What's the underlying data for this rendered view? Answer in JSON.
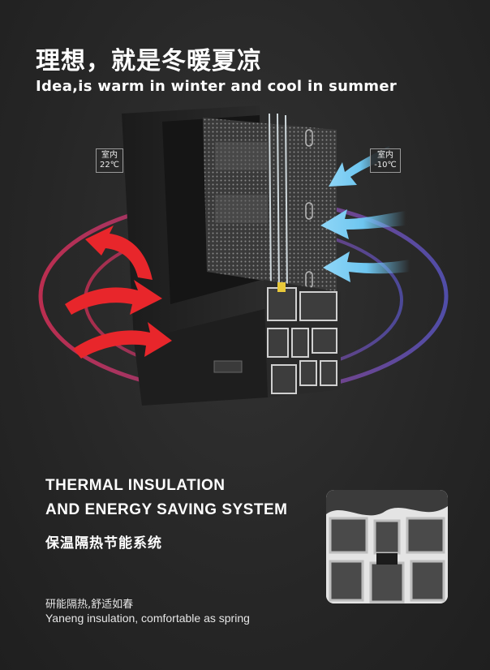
{
  "header": {
    "title_cn": "理想，就是冬暖夏凉",
    "title_en": "Idea,is warm in winter and cool in summer"
  },
  "illustration": {
    "left_tag": {
      "line1": "室内",
      "line2": "22℃"
    },
    "right_tag": {
      "line1": "室内",
      "line2": "-10℃"
    },
    "colors": {
      "warm": "#e8262b",
      "cool": "#6ec6f0",
      "ring_warm": "#e0305a",
      "ring_cool": "#5b57c8"
    },
    "icons": [
      "warm-airflow-arrows-icon",
      "cool-airflow-arrows-icon",
      "window-cross-section-icon"
    ]
  },
  "feature": {
    "heading_en_line1": "THERMAL INSULATION",
    "heading_en_line2": "AND ENERGY SAVING SYSTEM",
    "heading_cn": "保温隔热节能系统"
  },
  "tagline": {
    "cn": "研能隔热,舒适如春",
    "en": "Yaneng insulation, comfortable as spring"
  }
}
